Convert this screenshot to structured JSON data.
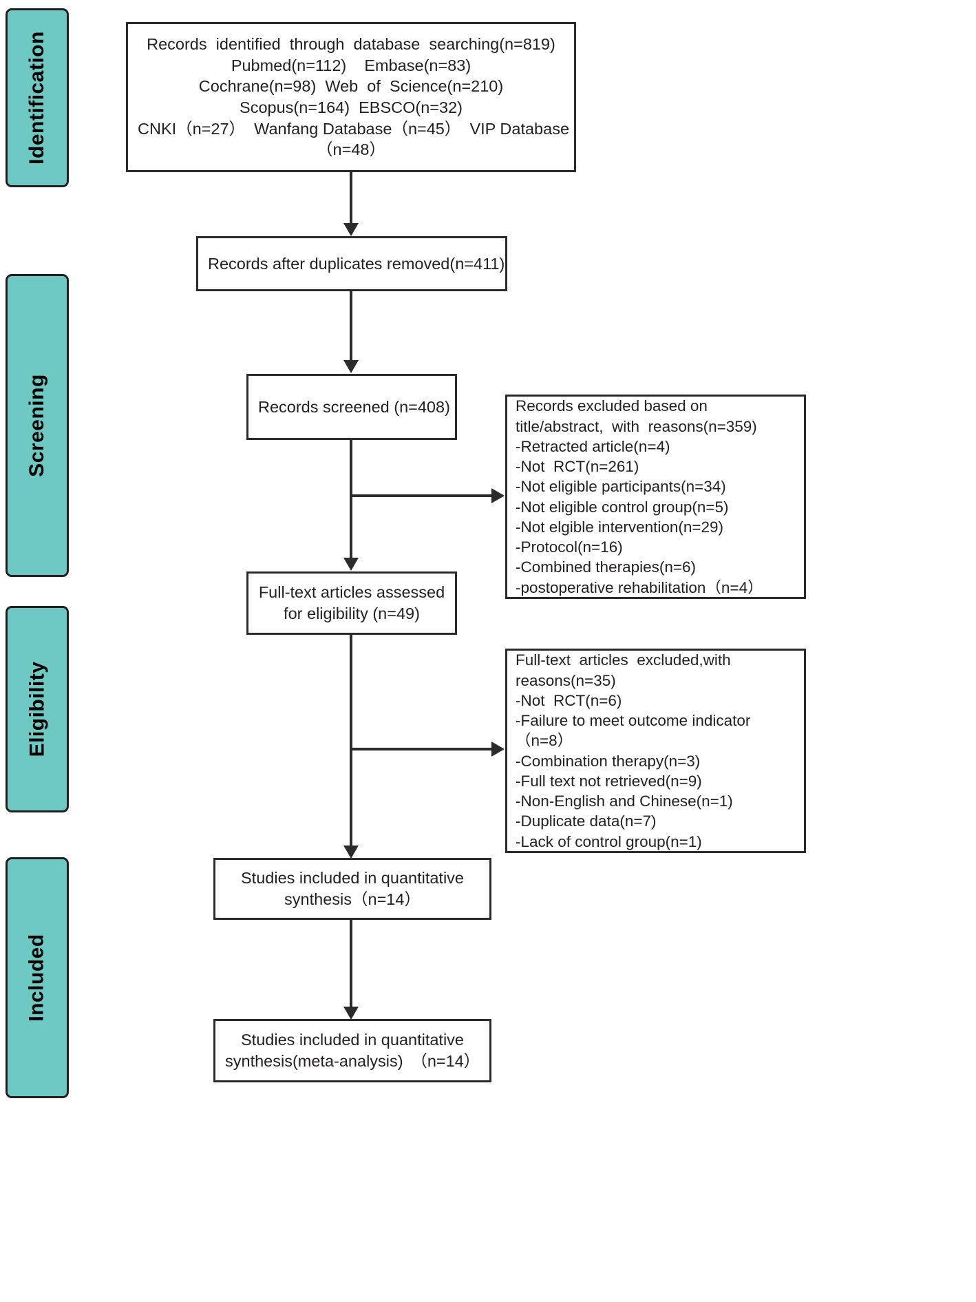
{
  "diagram": {
    "title": "PRISMA flow diagram of study selection",
    "accent_color": "#6ec9c4",
    "line_color": "#2b2b2b",
    "text_color": "#231f20"
  },
  "stages": [
    {
      "id": "identification",
      "label": "Identification"
    },
    {
      "id": "screening",
      "label": "Screening"
    },
    {
      "id": "eligibility",
      "label": "Eligibility"
    },
    {
      "id": "included",
      "label": "Included"
    }
  ],
  "boxes": {
    "identified": {
      "name": "records-identified",
      "lines": [
        "Records  identified  through  database  searching(n=819)",
        "Pubmed(n=112)    Embase(n=83)",
        "Cochrane(n=98)  Web  of  Science(n=210)",
        "Scopus(n=164)  EBSCO(n=32)",
        "CNKI（n=27）  Wanfang Database（n=45）  VIP Database",
        "（n=48）"
      ]
    },
    "duplicates_removed": {
      "name": "records-after-duplicates-removed",
      "lines": [
        "Records after duplicates removed(n=411)"
      ]
    },
    "screened": {
      "name": "records-screened",
      "lines": [
        "Records screened (n=408)"
      ]
    },
    "screen_excluded": {
      "name": "records-excluded-screening",
      "lines": [
        "Records excluded based on",
        "title/abstract,  with  reasons(n=359)",
        "-Retracted article(n=4)",
        "-Not  RCT(n=261)",
        "-Not eligible participants(n=34)",
        "-Not eligible control group(n=5)",
        "-Not elgible intervention(n=29)",
        "-Protocol(n=16)",
        "-Combined therapies(n=6)",
        "-postoperative rehabilitation（n=4）"
      ]
    },
    "fulltext_assessed": {
      "name": "fulltext-articles-assessed",
      "lines": [
        "Full-text articles assessed",
        "for eligibility (n=49)"
      ]
    },
    "fulltext_excluded": {
      "name": "fulltext-articles-excluded",
      "lines": [
        "Full-text  articles  excluded,with",
        "reasons(n=35)",
        "-Not  RCT(n=6)",
        "-Failure to meet outcome indicator",
        "（n=8）",
        "-Combination therapy(n=3)",
        "-Full text not retrieved(n=9)",
        "-Non-English and Chinese(n=1)",
        "-Duplicate data(n=7)",
        "-Lack of control group(n=1)"
      ]
    },
    "quantitative_synthesis": {
      "name": "studies-included-quantitative-synthesis",
      "lines": [
        "Studies included in quantitative",
        "synthesis（n=14）"
      ]
    },
    "meta_analysis": {
      "name": "studies-included-meta-analysis",
      "lines": [
        "Studies included in quantitative",
        "synthesis(meta-analysis)　（n=14）"
      ]
    }
  },
  "chart_data": {
    "type": "table",
    "title": "PRISMA study selection counts",
    "nodes": [
      {
        "stage": "Identification",
        "label": "Records identified through database searching",
        "n": 819
      },
      {
        "stage": "Identification",
        "label": "Pubmed",
        "n": 112
      },
      {
        "stage": "Identification",
        "label": "Embase",
        "n": 83
      },
      {
        "stage": "Identification",
        "label": "Cochrane",
        "n": 98
      },
      {
        "stage": "Identification",
        "label": "Web of Science",
        "n": 210
      },
      {
        "stage": "Identification",
        "label": "Scopus",
        "n": 164
      },
      {
        "stage": "Identification",
        "label": "EBSCO",
        "n": 32
      },
      {
        "stage": "Identification",
        "label": "CNKI",
        "n": 27
      },
      {
        "stage": "Identification",
        "label": "Wanfang Database",
        "n": 45
      },
      {
        "stage": "Identification",
        "label": "VIP Database",
        "n": 48
      },
      {
        "stage": "Screening",
        "label": "Records after duplicates removed",
        "n": 411
      },
      {
        "stage": "Screening",
        "label": "Records screened",
        "n": 408
      },
      {
        "stage": "Screening",
        "label": "Records excluded based on title/abstract, with reasons",
        "n": 359
      },
      {
        "stage": "Screening",
        "label": "Retracted article",
        "n": 4
      },
      {
        "stage": "Screening",
        "label": "Not RCT",
        "n": 261
      },
      {
        "stage": "Screening",
        "label": "Not eligible participants",
        "n": 34
      },
      {
        "stage": "Screening",
        "label": "Not eligible control group",
        "n": 5
      },
      {
        "stage": "Screening",
        "label": "Not elgible intervention",
        "n": 29
      },
      {
        "stage": "Screening",
        "label": "Protocol",
        "n": 16
      },
      {
        "stage": "Screening",
        "label": "Combined therapies",
        "n": 6
      },
      {
        "stage": "Screening",
        "label": "postoperative rehabilitation",
        "n": 4
      },
      {
        "stage": "Eligibility",
        "label": "Full-text articles assessed for eligibility",
        "n": 49
      },
      {
        "stage": "Eligibility",
        "label": "Full-text articles excluded, with reasons",
        "n": 35
      },
      {
        "stage": "Eligibility",
        "label": "Not RCT",
        "n": 6
      },
      {
        "stage": "Eligibility",
        "label": "Failure to meet outcome indicator",
        "n": 8
      },
      {
        "stage": "Eligibility",
        "label": "Combination therapy",
        "n": 3
      },
      {
        "stage": "Eligibility",
        "label": "Full text not retrieved",
        "n": 9
      },
      {
        "stage": "Eligibility",
        "label": "Non-English and Chinese",
        "n": 1
      },
      {
        "stage": "Eligibility",
        "label": "Duplicate data",
        "n": 7
      },
      {
        "stage": "Eligibility",
        "label": "Lack of control group",
        "n": 1
      },
      {
        "stage": "Included",
        "label": "Studies included in quantitative synthesis",
        "n": 14
      },
      {
        "stage": "Included",
        "label": "Studies included in quantitative synthesis (meta-analysis)",
        "n": 14
      }
    ]
  }
}
